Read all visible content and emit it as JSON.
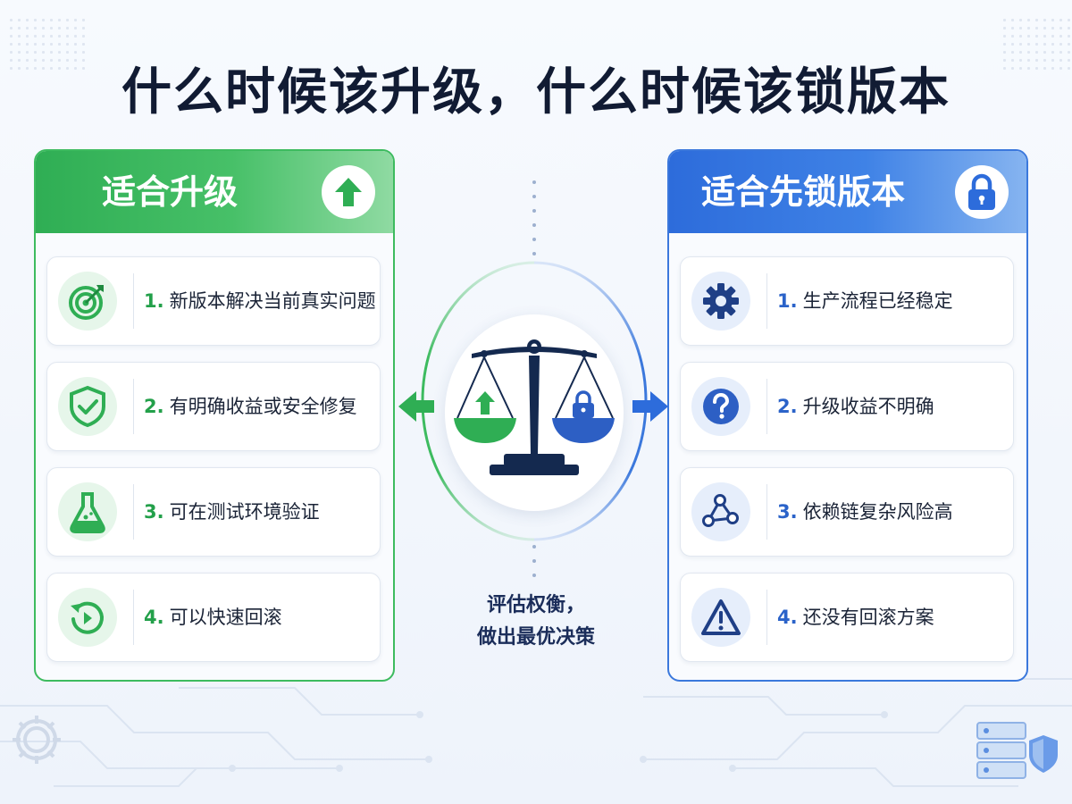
{
  "title": "什么时候该升级，什么时候该锁版本",
  "left_panel": {
    "title": "适合升级",
    "badge_icon": "arrow-up-icon",
    "accent": "#2fae54",
    "items": [
      {
        "num": "1.",
        "text": "新版本解决当前真实问题",
        "icon": "target-icon"
      },
      {
        "num": "2.",
        "text": "有明确收益或安全修复",
        "icon": "shield-check-icon"
      },
      {
        "num": "3.",
        "text": "可在测试环境验证",
        "icon": "flask-icon"
      },
      {
        "num": "4.",
        "text": "可以快速回滚",
        "icon": "rollback-icon"
      }
    ]
  },
  "right_panel": {
    "title": "适合先锁版本",
    "badge_icon": "lock-icon",
    "accent": "#2d6cdb",
    "items": [
      {
        "num": "1.",
        "text": "生产流程已经稳定",
        "icon": "gear-icon"
      },
      {
        "num": "2.",
        "text": "升级收益不明确",
        "icon": "question-icon"
      },
      {
        "num": "3.",
        "text": "依赖链复杂风险高",
        "icon": "network-icon"
      },
      {
        "num": "4.",
        "text": "还没有回滚方案",
        "icon": "warning-icon"
      }
    ]
  },
  "center": {
    "icon": "balance-scale-icon",
    "caption_line1": "评估权衡，",
    "caption_line2": "做出最优决策"
  }
}
